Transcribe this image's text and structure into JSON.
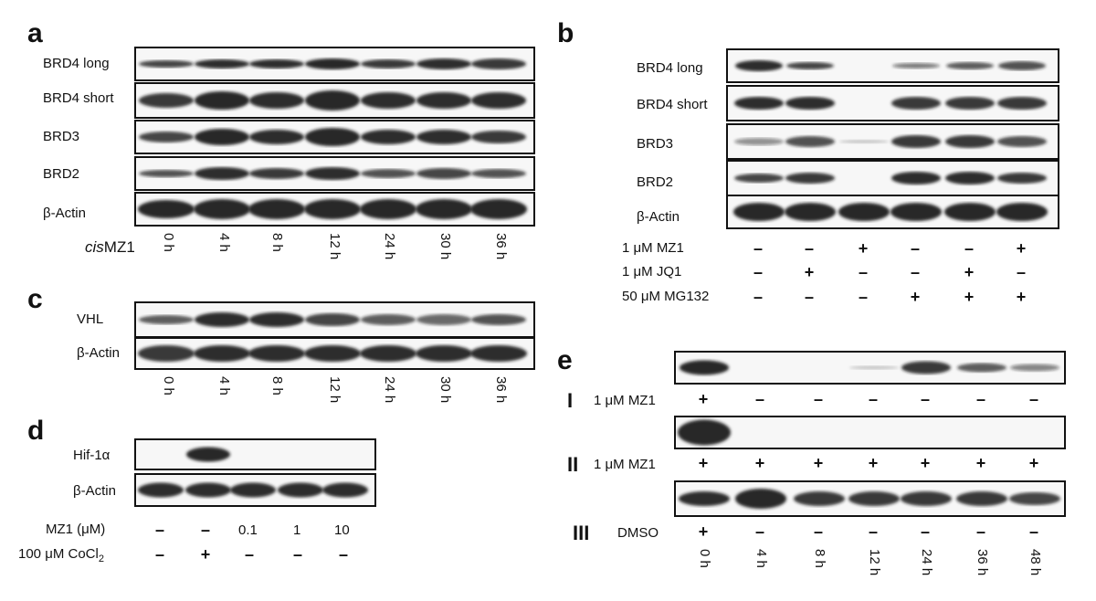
{
  "figure": {
    "a": {
      "panel_label": "a",
      "rows": [
        "BRD4 long",
        "BRD4 short",
        "BRD3",
        "BRD2",
        "β-Actin"
      ],
      "condition_prefix": "cis",
      "condition_suffix": "MZ1",
      "times": [
        "0 h",
        "4 h",
        "8 h",
        "12 h",
        "24 h",
        "30 h",
        "36 h"
      ]
    },
    "b": {
      "panel_label": "b",
      "rows": [
        "BRD4 long",
        "BRD4 short",
        "BRD3",
        "BRD2",
        "β-Actin"
      ],
      "treatments": [
        {
          "label": "1 μM MZ1",
          "signs": [
            "–",
            "–",
            "+",
            "–",
            "–",
            "+"
          ]
        },
        {
          "label": "1 μM JQ1",
          "signs": [
            "–",
            "+",
            "–",
            "–",
            "+",
            "–"
          ]
        },
        {
          "label": "50 μM MG132",
          "signs": [
            "–",
            "–",
            "–",
            "+",
            "+",
            "+"
          ]
        }
      ]
    },
    "c": {
      "panel_label": "c",
      "rows": [
        "VHL",
        "β-Actin"
      ],
      "times": [
        "0 h",
        "4 h",
        "8 h",
        "12 h",
        "24 h",
        "30 h",
        "36 h"
      ]
    },
    "d": {
      "panel_label": "d",
      "rows": [
        "Hif-1α",
        "β-Actin"
      ],
      "mz1_label": "MZ1 (μM)",
      "mz1_values": [
        "–",
        "–",
        "0.1",
        "1",
        "10"
      ],
      "cocl2_label_main": "100  μM  CoCl",
      "cocl2_label_sub": "2",
      "cocl2_values": [
        "–",
        "+",
        "–",
        "–",
        "–"
      ]
    },
    "e": {
      "panel_label": "e",
      "sets": [
        {
          "roman": "I",
          "label": "1 μM MZ1",
          "signs": [
            "+",
            "–",
            "–",
            "–",
            "–",
            "–",
            "–"
          ]
        },
        {
          "roman": "II",
          "label": "1 μM MZ1",
          "signs": [
            "+",
            "+",
            "+",
            "+",
            "+",
            "+",
            "+"
          ]
        },
        {
          "roman": "III",
          "label": "DMSO",
          "signs": [
            "+",
            "–",
            "–",
            "–",
            "–",
            "–",
            "–"
          ]
        }
      ],
      "times": [
        "0 h",
        "4 h",
        "8 h",
        "12 h",
        "24 h",
        "36 h",
        "48 h"
      ]
    }
  }
}
